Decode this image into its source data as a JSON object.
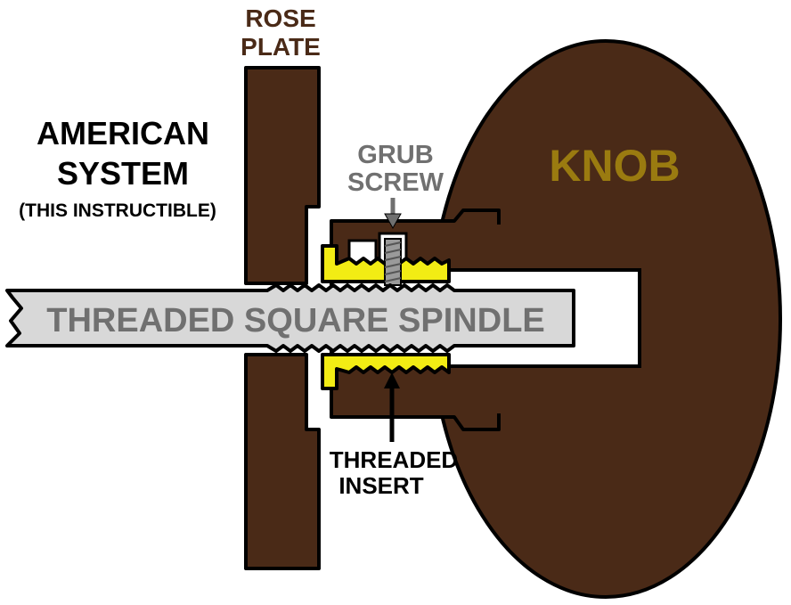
{
  "labels": {
    "rose_plate_line1": "ROSE",
    "rose_plate_line2": "PLATE",
    "american_line1": "AMERICAN",
    "american_line2": "SYSTEM",
    "american_note": "(THIS INSTRUCTIBLE)",
    "grub_line1": "GRUB",
    "grub_line2": "SCREW",
    "knob": "KNOB",
    "spindle": "THREADED SQUARE SPINDLE",
    "insert_line1": "THREADED",
    "insert_line2": "INSERT"
  },
  "colors": {
    "wood": "#4a2a17",
    "knob_text": "#9a7b10",
    "brass": "#f2ec14",
    "spindle": "#d8d8d8",
    "grey_text": "#707070",
    "outline": "#000000",
    "background": "#ffffff"
  }
}
